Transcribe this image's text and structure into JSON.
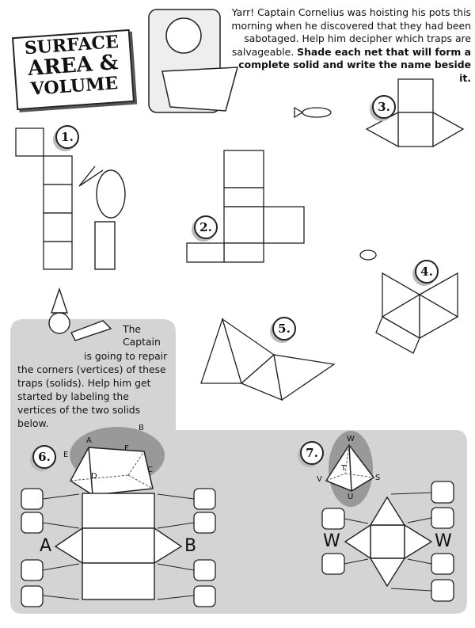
{
  "title": {
    "line1": "SURFACE",
    "line2": "AREA &",
    "line3": "VOLUME"
  },
  "intro": {
    "plain": "Yarr! Captain Cornelius was hoisting his pots this morning when he discovered that they had been sabotaged. Help him decipher which traps are salvageable. ",
    "bold": "Shade each net that will form a complete solid and write the name beside it."
  },
  "captain_text": {
    "part1": "The",
    "part2": "Captain",
    "part3": "is going to repair the corners (vertices) of these traps (solids). Help him get started by labeling the vertices of the two solids below."
  },
  "problems": [
    "1.",
    "2.",
    "3.",
    "4.",
    "5.",
    "6.",
    "7."
  ],
  "prism_labels": {
    "A": "A",
    "B": "B",
    "C": "C",
    "D": "D",
    "E": "E",
    "F": "F"
  },
  "pyramid_labels": {
    "W": "W",
    "T": "T",
    "V": "V",
    "S": "S",
    "U": "U"
  },
  "net6_labels": {
    "left": "A",
    "right": "B"
  },
  "net7_labels": {
    "left": "W",
    "right": "W"
  },
  "colors": {
    "panel": "#d4d4d4",
    "ink": "#222222"
  }
}
